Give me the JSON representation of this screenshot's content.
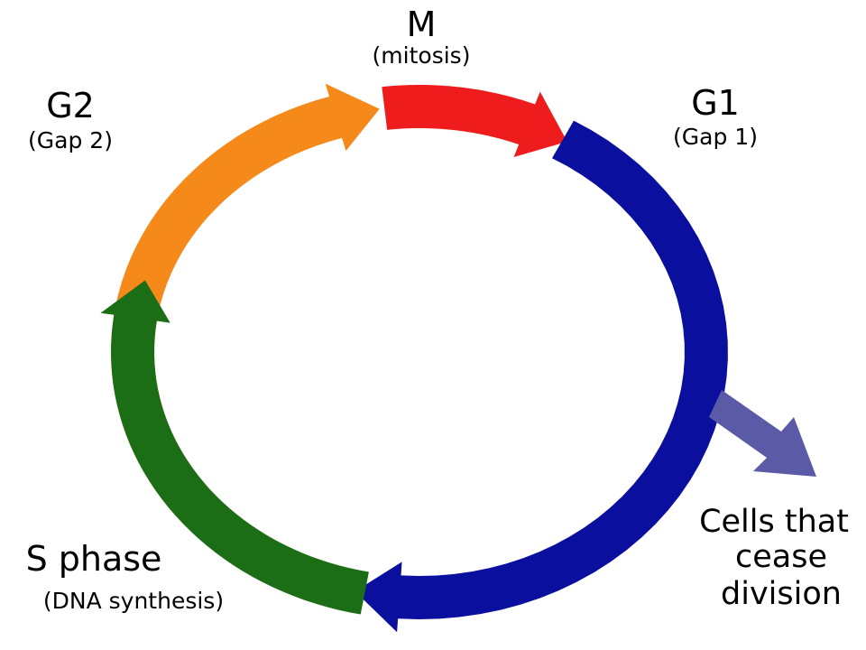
{
  "colors": {
    "background": "#ffffff",
    "m_phase": "#ee1c1c",
    "g1_phase": "#0a0f9e",
    "s_phase": "#1b6d16",
    "g2_phase": "#f58a1a",
    "cease_arrow": "#5a5aa6",
    "text": "#000000"
  },
  "phases": {
    "m": {
      "name": "M",
      "detail": "(mitosis)"
    },
    "g1": {
      "name": "G1",
      "detail": "(Gap 1)"
    },
    "s": {
      "name": "S phase",
      "detail": "(DNA synthesis)"
    },
    "g2": {
      "name": "G2",
      "detail": "(Gap 2)"
    }
  },
  "exit": {
    "lines": [
      "Cells that",
      "cease",
      "division"
    ]
  }
}
